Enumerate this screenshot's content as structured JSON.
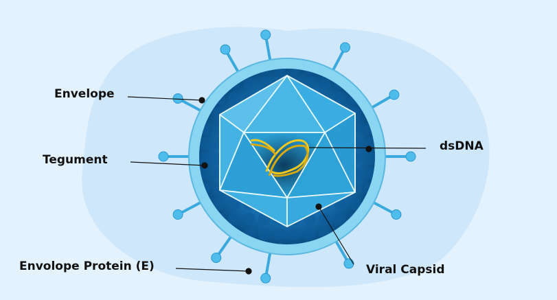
{
  "labels": {
    "envelope": "Envelope",
    "tegument": "Tegument",
    "envelope_protein": "Envolope Protein (E)",
    "dsdna": "dsDNA",
    "viral_capsid": "Viral Capsid"
  },
  "colors": {
    "background": "#e4f2fd",
    "blob": "#cfe7fa",
    "envelope": "#7fd0f0",
    "tegument": "#0d5c98",
    "capsid": "#2fa6dc",
    "dna": "#f2c81a"
  }
}
